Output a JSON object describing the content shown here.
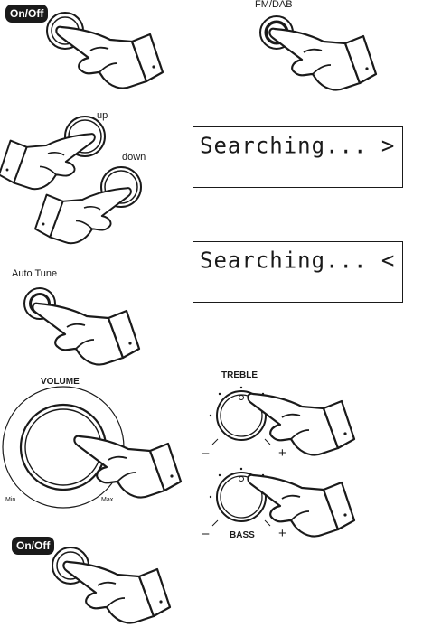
{
  "steps": {
    "power_on": {
      "label": "On/Off"
    },
    "mode": {
      "label": "FM/DAB"
    },
    "tuning": {
      "up_label": "up",
      "down_label": "down"
    },
    "auto_tune": {
      "label": "Auto Tune"
    },
    "volume": {
      "label": "VOLUME",
      "min_label": "Min",
      "max_label": "Max"
    },
    "treble": {
      "label": "TREBLE",
      "minus": "–",
      "plus": "+"
    },
    "bass": {
      "label": "BASS",
      "minus": "–",
      "plus": "+"
    },
    "power_off": {
      "label": "On/Off"
    }
  },
  "displays": [
    {
      "text": "Searching... >"
    },
    {
      "text": "Searching... <"
    }
  ],
  "colors": {
    "ink": "#1a1a1a",
    "paper": "#ffffff"
  },
  "icons": [
    "hand-press-icon",
    "button-ring-icon",
    "knob-icon"
  ]
}
